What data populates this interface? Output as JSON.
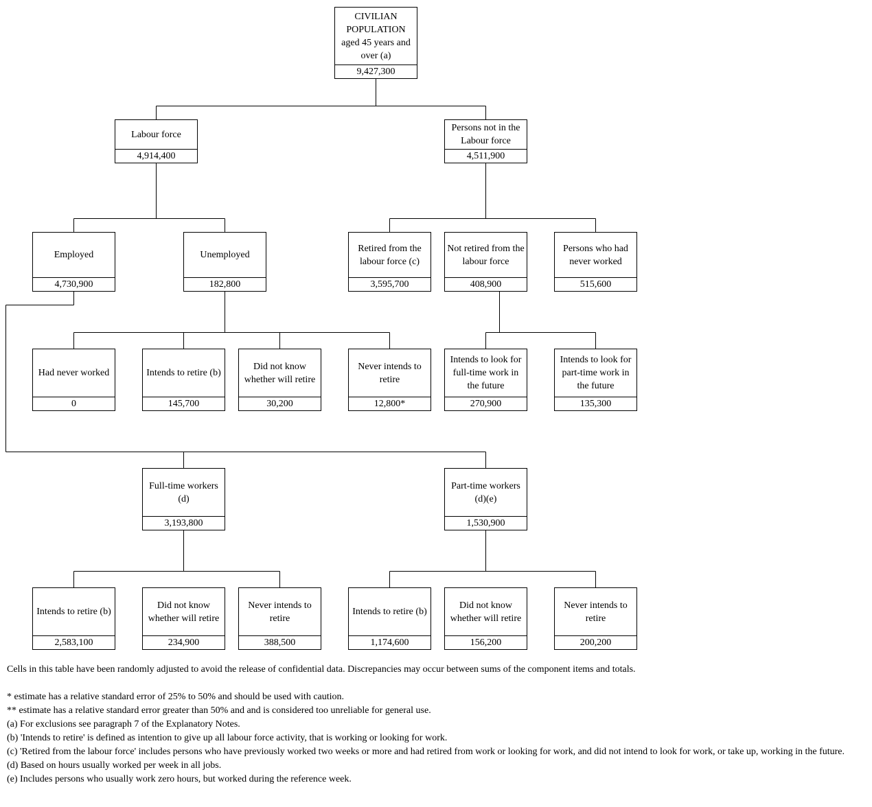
{
  "nodes": {
    "civ": {
      "label": "CIVILIAN\nPOPULATION\naged 45 years and\nover (a)",
      "value": "9,427,300"
    },
    "lf": {
      "label": "Labour force",
      "value": "4,914,400"
    },
    "nilf": {
      "label": "Persons not in the\nLabour force",
      "value": "4,511,900"
    },
    "emp": {
      "label": "Employed",
      "value": "4,730,900"
    },
    "unemp": {
      "label": "Unemployed",
      "value": "182,800"
    },
    "retired": {
      "label": "Retired from the\nlabour force (c)",
      "value": "3,595,700"
    },
    "notretired": {
      "label": "Not retired from the\nlabour force",
      "value": "408,900"
    },
    "neverworked": {
      "label": "Persons who had\nnever worked",
      "value": "515,600"
    },
    "un_never": {
      "label": "Had never worked",
      "value": "0"
    },
    "un_intends": {
      "label": "Intends to retire (b)",
      "value": "145,700"
    },
    "un_dnk": {
      "label": "Did not know\nwhether will retire",
      "value": "30,200"
    },
    "un_neverint": {
      "label": "Never intends to\nretire",
      "value": "12,800*"
    },
    "nr_full": {
      "label": "Intends to look for\nfull-time work in\nthe future",
      "value": "270,900"
    },
    "nr_part": {
      "label": "Intends to look for\npart-time work in\nthe future",
      "value": "135,300"
    },
    "ft": {
      "label": "Full-time workers\n(d)",
      "value": "3,193,800"
    },
    "pt": {
      "label": "Part-time workers\n(d)(e)",
      "value": "1,530,900"
    },
    "ft_intends": {
      "label": "Intends to retire (b)",
      "value": "2,583,100"
    },
    "ft_dnk": {
      "label": "Did not know\nwhether will retire",
      "value": "234,900"
    },
    "ft_never": {
      "label": "Never intends to\nretire",
      "value": "388,500"
    },
    "pt_intends": {
      "label": "Intends to retire (b)",
      "value": "1,174,600"
    },
    "pt_dnk": {
      "label": "Did not know\nwhether will retire",
      "value": "156,200"
    },
    "pt_never": {
      "label": "Never intends to\nretire",
      "value": "200,200"
    }
  },
  "notes": {
    "confidential": "Cells in this table have been randomly adjusted to avoid the release of confidential data. Discrepancies may occur between sums of the component items and totals.",
    "star": "* estimate has a relative standard error  of 25% to 50% and should be used with caution.",
    "double_star": "** estimate has a relative standard error greater than 50% and and is considered too unreliable for general use.",
    "a": "(a) For exclusions see paragraph 7 of the Explanatory Notes.",
    "b": "(b) 'Intends to retire' is defined as intention to give up all labour force activity, that is working or looking for work.",
    "c": "(c) 'Retired from the labour force' includes persons who have previously worked two weeks or more and had retired from work or looking for work, and did not intend to look for work, or take up, working in the future.",
    "d": "(d) Based on hours usually worked per week in all jobs.",
    "e": "(e) Includes persons who usually work zero hours, but worked during the reference week."
  }
}
